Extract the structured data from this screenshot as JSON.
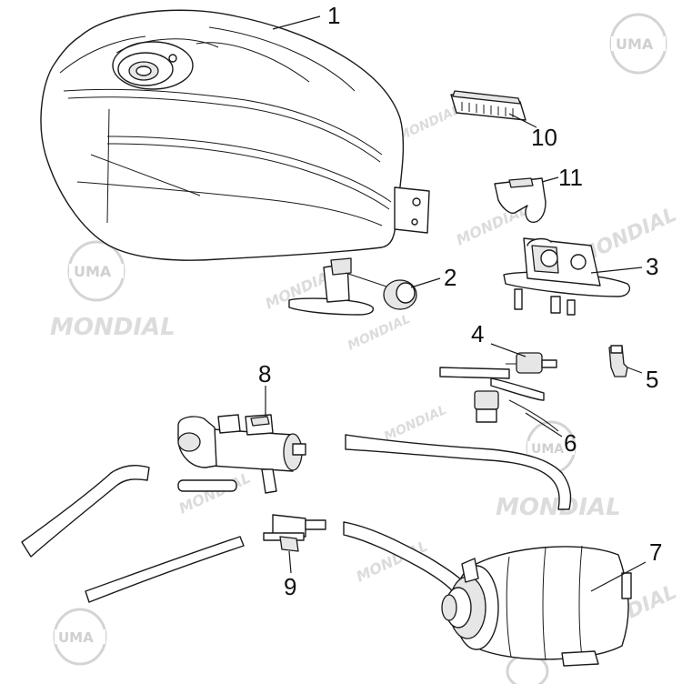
{
  "watermark": {
    "brand_text": "MONDIAL",
    "logo_text": "UMA",
    "text_color": "#d8d8d8"
  },
  "callouts": {
    "c1": "1",
    "c2": "2",
    "c3": "3",
    "c4": "4",
    "c5": "5",
    "c6": "6",
    "c7": "7",
    "c8": "8",
    "c9": "9",
    "c10": "10",
    "c11": "11"
  }
}
